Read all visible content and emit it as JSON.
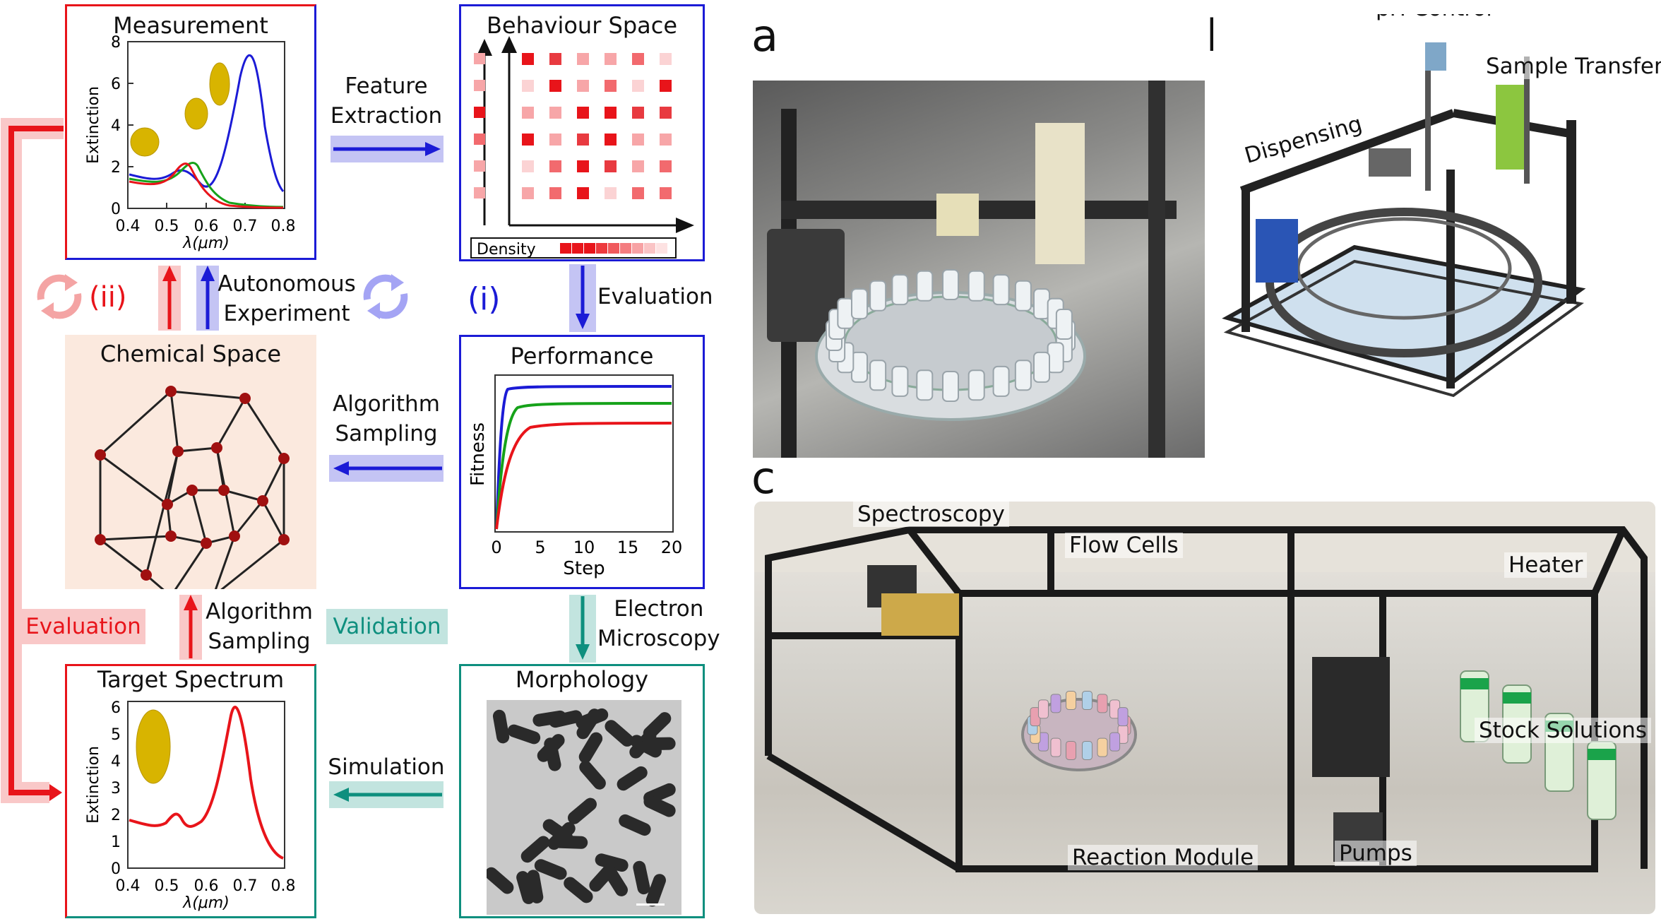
{
  "colors": {
    "red": "#e8141a",
    "blue": "#1b1bd6",
    "green": "#0e8f7e",
    "pink_bg": "#f9c8c8",
    "blue_bg": "#c4c4f4",
    "teal_bg": "#c2e4df",
    "chem_bg": "#fbe9de",
    "gold": "#d8b400"
  },
  "panels": {
    "measurement": {
      "title": "Measurement",
      "ylabel": "Extinction",
      "xlabel": "λ(μm)",
      "xticks": [
        "0.4",
        "0.5",
        "0.6",
        "0.7",
        "0.8"
      ],
      "yticks": [
        "0",
        "2",
        "4",
        "6",
        "8"
      ]
    },
    "behaviour": {
      "title": "Behaviour Space",
      "density_label": "Density"
    },
    "performance": {
      "title": "Performance",
      "ylabel": "Fitness",
      "xlabel": "Step",
      "xticks": [
        "0",
        "5",
        "10",
        "15",
        "20"
      ]
    },
    "chemical": {
      "title": "Chemical Space"
    },
    "target": {
      "title": "Target Spectrum",
      "ylabel": "Extinction",
      "xlabel": "λ(μm)",
      "xticks": [
        "0.4",
        "0.5",
        "0.6",
        "0.7",
        "0.8"
      ],
      "yticks": [
        "0",
        "1",
        "2",
        "3",
        "4",
        "5",
        "6"
      ]
    },
    "morphology": {
      "title": "Morphology"
    }
  },
  "arrows": {
    "feature_extraction": "Feature\nExtraction",
    "evaluation_right": "Evaluation",
    "algorithm_sampling_left": "Algorithm\nSampling",
    "electron_microscopy": "Electron\nMicroscopy",
    "simulation": "Simulation",
    "autonomous_experiment": "Autonomous\nExperiment",
    "algorithm_sampling_mid": "Algorithm\nSampling",
    "evaluation_left": "Evaluation",
    "validation": "Validation",
    "loop_i": "(i)",
    "loop_ii": "(ii)"
  },
  "photos": {
    "a": {
      "letter": "a"
    },
    "b": {
      "letter": "b",
      "labels": [
        "pH Control",
        "Sample Transfer",
        "Dispensing"
      ]
    },
    "c": {
      "letter": "c",
      "labels": [
        "Spectroscopy",
        "Flow Cells",
        "Heater",
        "Stock Solutions",
        "Reaction Module",
        "Pumps"
      ]
    }
  }
}
